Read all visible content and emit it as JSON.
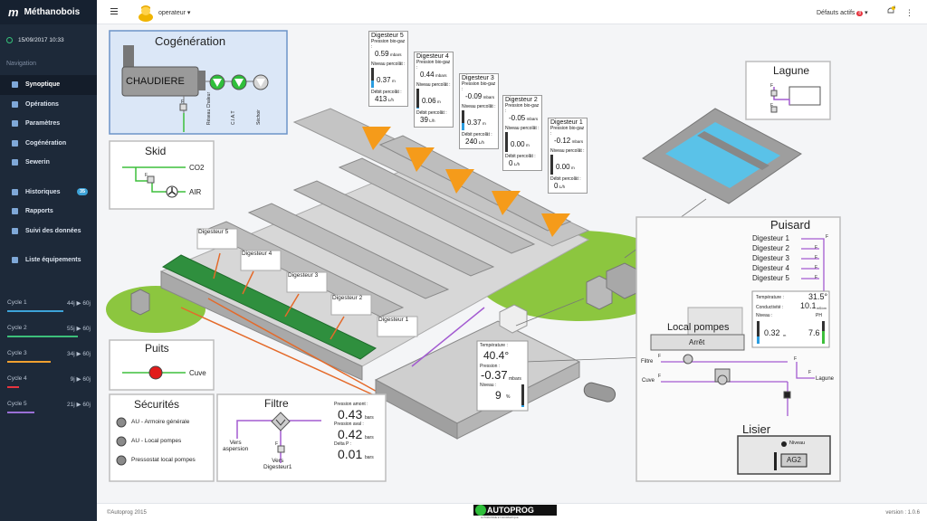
{
  "app": {
    "name": "Méthanobois",
    "datetime": "15/09/2017 10:33"
  },
  "nav": {
    "title": "Navigation",
    "items": [
      "Synoptique",
      "Opérations",
      "Paramètres",
      "Cogénération",
      "Sewerin"
    ],
    "items2": [
      "Historiques",
      "Rapports",
      "Suivi des données"
    ],
    "historiques_badge": "35",
    "items3": [
      "Liste équipements"
    ]
  },
  "cycles": [
    {
      "label": "Cycle 1",
      "value": "44j ▶ 60j",
      "fraction": 0.73,
      "color": "#3da3d8"
    },
    {
      "label": "Cycle 2",
      "value": "55j ▶ 60j",
      "fraction": 0.92,
      "color": "#3dbf7a"
    },
    {
      "label": "Cycle 3",
      "value": "34j ▶ 60j",
      "fraction": 0.57,
      "color": "#f0a030"
    },
    {
      "label": "Cycle 4",
      "value": "9j ▶ 60j",
      "fraction": 0.15,
      "color": "#e6343f"
    },
    {
      "label": "Cycle 5",
      "value": "21j ▶ 60j",
      "fraction": 0.35,
      "color": "#9a6fd6"
    }
  ],
  "topbar": {
    "user": "operateur ▾",
    "defaults_label": "Défauts actifs",
    "defaults_count": "8",
    "defaults_caret": "▾",
    "bell_count": "3",
    "more": "⋮"
  },
  "footer": {
    "copyright": "©Autoprog 2015",
    "version": "version : 1.0.6",
    "logo": "AUTOPROG",
    "logo_sub": "AUTOMATISME ET INFORMATIQUE"
  },
  "cogeneration": {
    "title": "Cogénération",
    "boiler": "CHAUDIERE",
    "outputs": [
      "Réseau Chaleur",
      "C.I.A.T",
      "Séchoir"
    ]
  },
  "skid": {
    "title": "Skid",
    "co2": "CO2",
    "air": "AIR"
  },
  "puits": {
    "title": "Puits",
    "cuve": "Cuve"
  },
  "securites": {
    "title": "Sécurités",
    "items": [
      "AU - Armoire générale",
      "AU - Local pompes",
      "Pressostat local pompes"
    ]
  },
  "filtre": {
    "title": "Filtre",
    "aspersion": "Vers\naspersion",
    "digesteur": "Vers\nDigesteur1",
    "amont_label": "Pression amont :",
    "amont_value": "0.43",
    "amont_unit": "bars",
    "aval_label": "Pression aval :",
    "aval_value": "0.42",
    "aval_unit": "bars",
    "delta_label": "Delta P :",
    "delta_value": "0.01",
    "delta_unit": "bars"
  },
  "digesters": [
    {
      "name": "Digesteur 5",
      "pressure": "0.59",
      "level": "0.37",
      "flow": "413",
      "level_fraction": 0.37
    },
    {
      "name": "Digesteur 4",
      "pressure": "0.44",
      "level": "0.06",
      "flow": "39",
      "level_fraction": 0.06
    },
    {
      "name": "Digesteur 3",
      "pressure": "-0.09",
      "level": "0.37",
      "flow": "240",
      "level_fraction": 0.37
    },
    {
      "name": "Digesteur 2",
      "pressure": "-0.05",
      "level": "0.00",
      "flow": "0",
      "level_fraction": 0.0
    },
    {
      "name": "Digesteur 1",
      "pressure": "-0.12",
      "level": "0.00",
      "flow": "0",
      "level_fraction": 0.0
    }
  ],
  "digester_labels": {
    "pressure": "Pression bio-gaz :",
    "level": "Niveau percolât :",
    "flow": "Débit percolât :",
    "p_unit": "mbars",
    "l_unit": "m",
    "f_unit": "L/h"
  },
  "tank": {
    "temp_label": "Température :",
    "temp_value": "40.4°",
    "pres_label": "Pression :",
    "pres_value": "-0.37",
    "pres_unit": "mbars",
    "level_label": "Niveau :",
    "level_value": "9",
    "level_unit": "%",
    "level_fraction": 0.09
  },
  "lagune": {
    "title": "Lagune"
  },
  "puisard": {
    "title": "Puisard",
    "lines": [
      "Digesteur 1",
      "Digesteur 2",
      "Digesteur 3",
      "Digesteur 4",
      "Digesteur 5"
    ],
    "temp_label": "Température :",
    "temp_value": "31.5°",
    "cond_label": "Conductivité :",
    "cond_value": "10.1",
    "cond_unit": "mS/cm",
    "level_label": "Niveau :",
    "level_value": "0.32",
    "level_unit": "m",
    "ph_label": "PH",
    "ph_value": "7.6",
    "level_fraction": 0.32,
    "ph_fraction": 0.54
  },
  "local_pompes": {
    "title": "Local pompes",
    "status": "Arrêt",
    "filtre": "Filtre",
    "cuve": "Cuve",
    "lagune": "Lagune"
  },
  "lisier": {
    "title": "Lisier",
    "niveau": "Niveau",
    "agitator": "AG2"
  },
  "valve_letter": "F",
  "colors": {
    "pipe": "#a35bd1",
    "warning": "#f59b1a",
    "pump_green": "#2fbf3b",
    "accent": "#3da3d8"
  }
}
